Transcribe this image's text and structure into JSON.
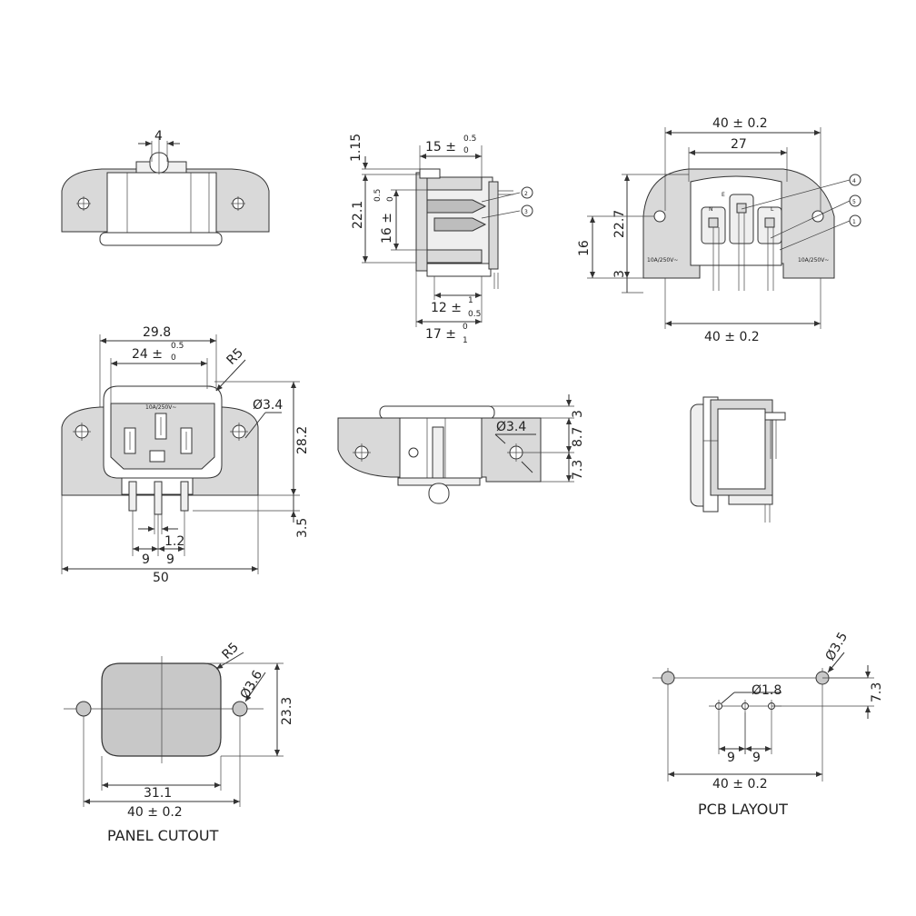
{
  "views": {
    "top": {
      "pin_width": "4"
    },
    "side": {
      "flange": "1.15",
      "depth": "15 ±",
      "depth_tol_upper": "0.5",
      "depth_tol_lower": "0",
      "height": "22.1",
      "inner_height": "16 ±",
      "inner_tol_upper": "0.5",
      "inner_tol_lower": "0",
      "insert_depth": "12 ±",
      "insert_tol_upper": "1",
      "insert_tol_lower": "0.5",
      "total_depth": "17 ±",
      "total_tol_upper": "0",
      "total_tol_lower": "1",
      "callout_2": "2",
      "callout_3": "3"
    },
    "rear": {
      "width": "40 ± 0.2",
      "inner_width": "27",
      "height": "22.7",
      "pin_height": "16",
      "base": "3",
      "bottom_width": "40 ± 0.2",
      "rating": "10A/250V~",
      "callout_4": "4",
      "callout_5": "5",
      "callout_1": "1",
      "label_n": "N",
      "label_e": "E",
      "label_l": "L"
    },
    "front": {
      "outer_width": "29.8",
      "inner_width": "24 ±",
      "inner_tol_upper": "0.5",
      "inner_tol_lower": "0",
      "radius": "R5",
      "hole": "Ø3.4",
      "height": "28.2",
      "pin_length": "3.5",
      "pin_pitch_1": "9",
      "pin_pitch_2": "9",
      "pin_thickness": "1.2",
      "total_width": "50",
      "rating": "10A/250V~"
    },
    "bottom": {
      "hole": "Ø3.4",
      "top": "3",
      "middle": "8.7",
      "lower": "7.3"
    }
  },
  "panel_cutout": {
    "caption": "PANEL CUTOUT",
    "radius": "R5",
    "hole": "Ø3.6",
    "height": "23.3",
    "width": "31.1",
    "hole_spacing": "40 ± 0.2"
  },
  "pcb_layout": {
    "caption": "PCB LAYOUT",
    "mount_hole": "Ø3.5",
    "pin_hole": "Ø1.8",
    "offset": "7.3",
    "pitch_1": "9",
    "pitch_2": "9",
    "hole_spacing": "40 ± 0.2"
  },
  "colors": {
    "body": "#d9d9d9",
    "cutout": "#c8c8c8",
    "line": "#333333"
  }
}
